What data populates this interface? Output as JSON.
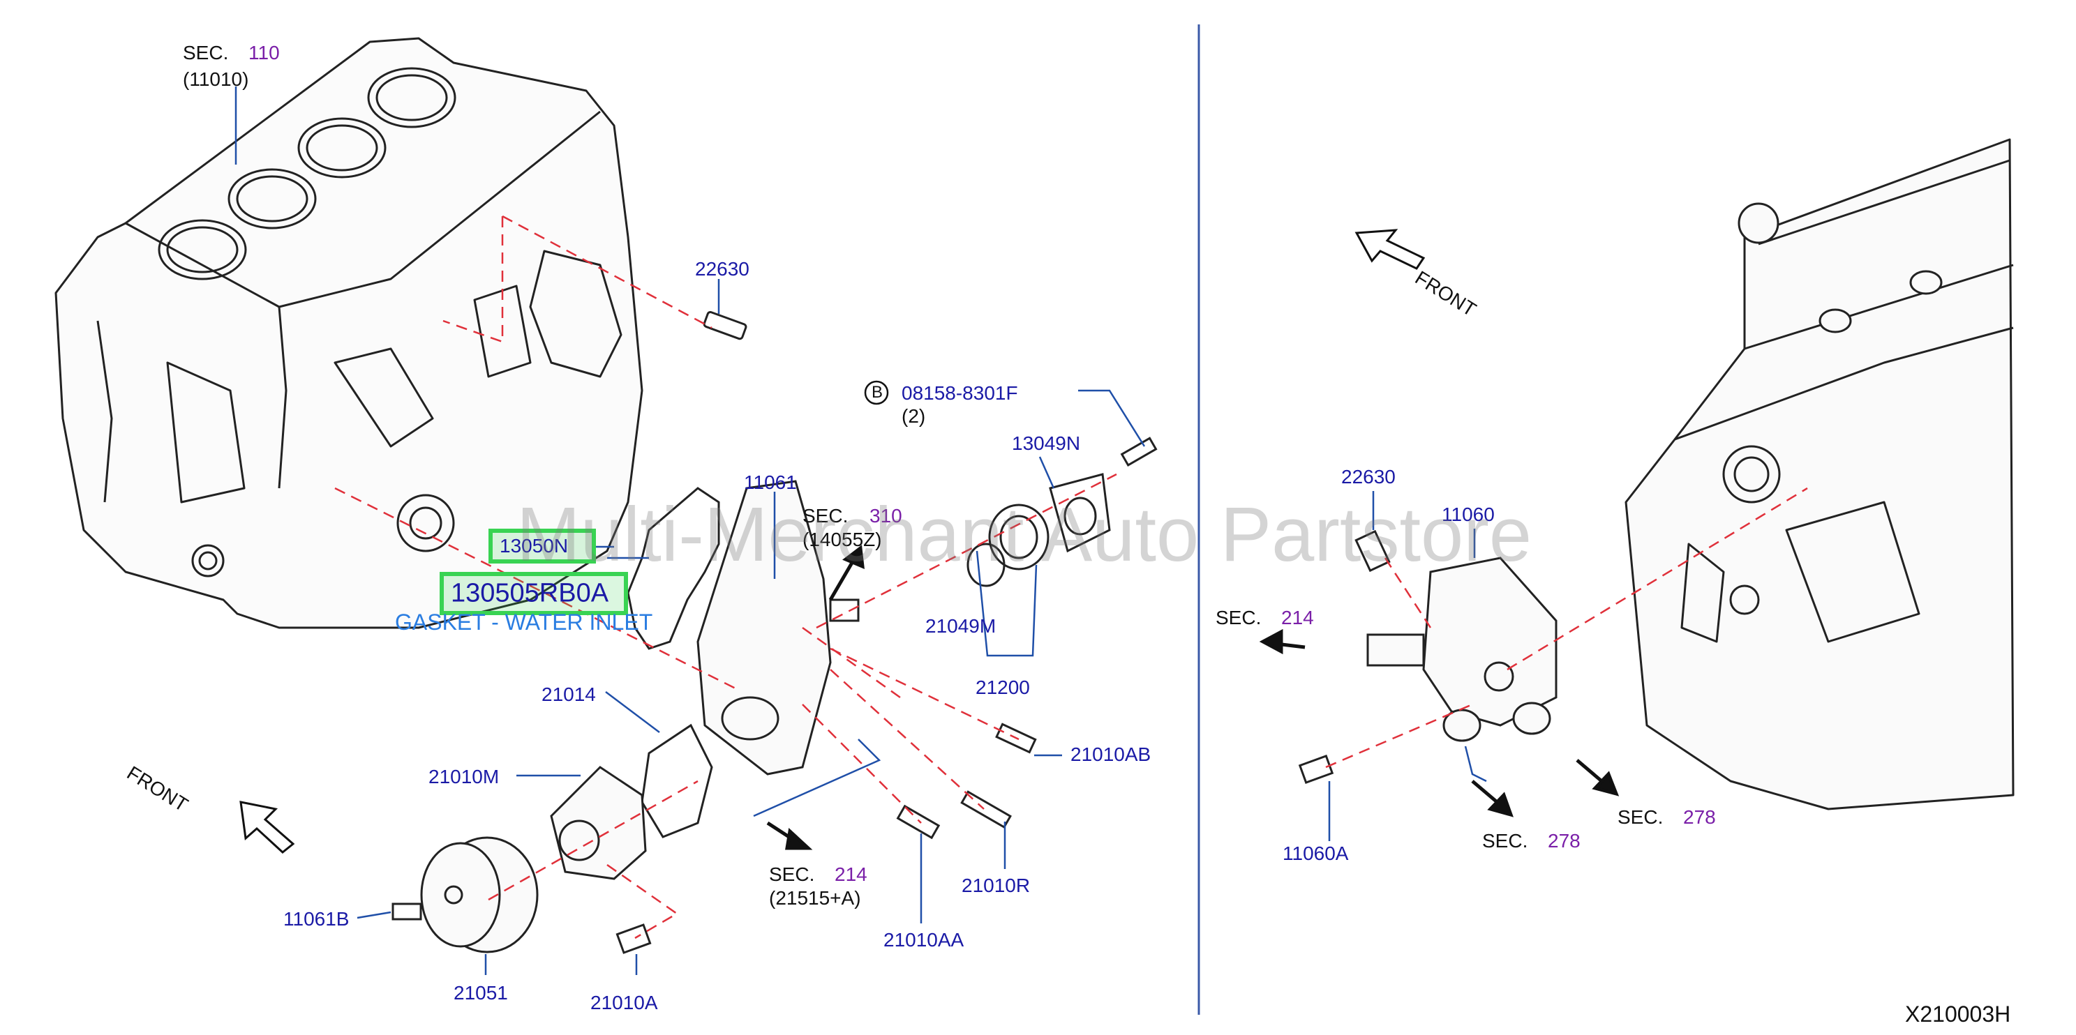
{
  "labels": {
    "sec110": "SEC.",
    "sec110_num": "110",
    "p11010": "(11010)",
    "p22630a": "22630",
    "bolt_b": "B",
    "p08158": "08158-8301F",
    "qty2": "(2)",
    "p13049N": "13049N",
    "p11061": "11061",
    "sec310": "SEC.",
    "sec310_num": "310",
    "p14055Z": "(14055Z)",
    "p13050N": "13050N",
    "p130505RB0A": "130505RB0A",
    "gasket_desc": "GASKET - WATER INLET",
    "p21049M": "21049M",
    "p21200": "21200",
    "p21014": "21014",
    "p21010AB": "21010AB",
    "p21010M": "21010M",
    "front_left": "FRONT",
    "p21010R": "21010R",
    "sec214a": "SEC.",
    "sec214a_num": "214",
    "p21515A": "(21515+A)",
    "p11061B": "11061B",
    "p21010AA": "21010AA",
    "p21051": "21051",
    "p21010A": "21010A",
    "front_right": "FRONT",
    "p22630b": "22630",
    "p11060": "11060",
    "sec214b": "SEC.",
    "sec214b_num": "214",
    "p11060A": "11060A",
    "sec278a": "SEC.",
    "sec278a_num": "278",
    "sec278b": "SEC.",
    "sec278b_num": "278",
    "diagram_code": "X210003H"
  },
  "watermark": "Multi-Merchant Auto Partstore",
  "colors": {
    "part_number": "#1a1aa6",
    "section_number": "#7a1fa8",
    "highlight": "#39d353",
    "description": "#2a7de1",
    "leader": "#1f4fa8",
    "dashed": "#e0303a",
    "divider": "#3a5aa8"
  }
}
